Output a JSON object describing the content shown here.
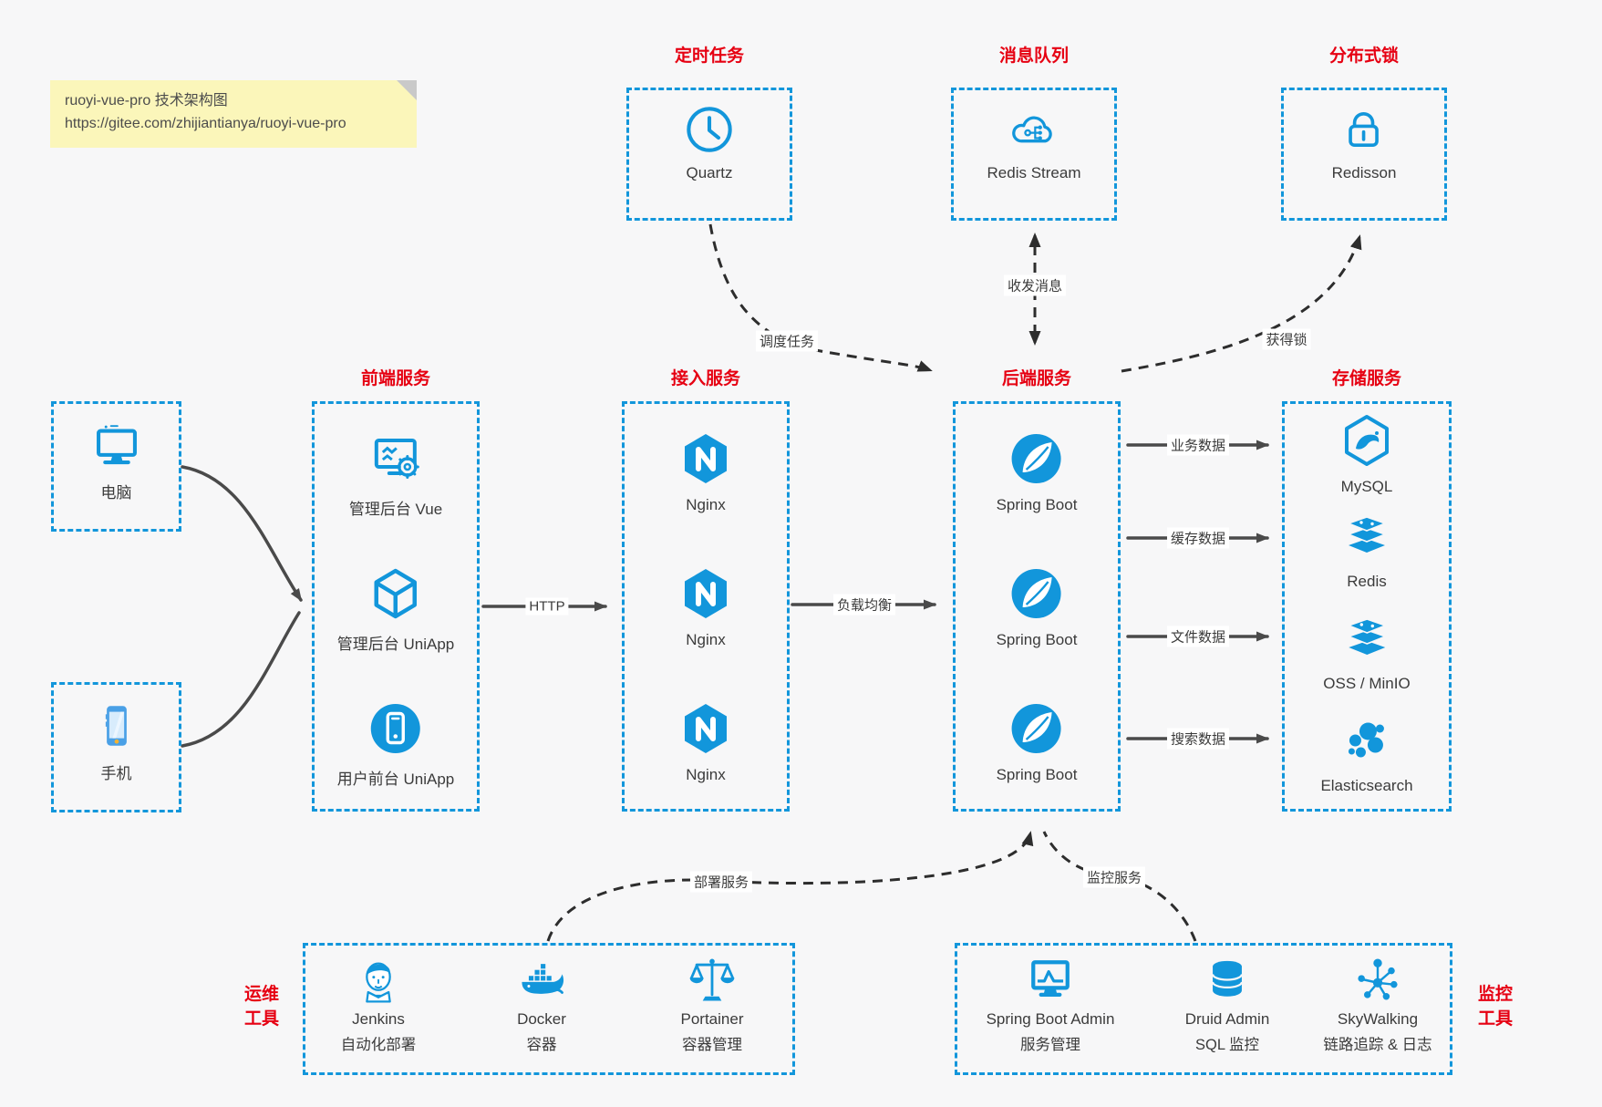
{
  "colors": {
    "accent_blue": "#1296db",
    "title_red": "#e60012",
    "arrow_dark": "#4a4a4a",
    "dashed_dark": "#2d2d2d",
    "note_bg": "#fbf6ba"
  },
  "note": {
    "line1": "ruoyi-vue-pro 技术架构图",
    "line2": "https://gitee.com/zhijiantianya/ruoyi-vue-pro"
  },
  "top_groups": [
    {
      "title": "定时任务",
      "item": {
        "label": "Quartz",
        "icon": "clock-icon"
      }
    },
    {
      "title": "消息队列",
      "item": {
        "label": "Redis Stream",
        "icon": "cloud-share-icon"
      }
    },
    {
      "title": "分布式锁",
      "item": {
        "label": "Redisson",
        "icon": "lock-icon"
      }
    }
  ],
  "clients": [
    {
      "label": "电脑",
      "icon": "desktop-icon"
    },
    {
      "label": "手机",
      "icon": "smartphone-icon"
    }
  ],
  "columns": [
    {
      "title": "前端服务",
      "items": [
        {
          "label": "管理后台 Vue",
          "icon": "admin-vue-icon"
        },
        {
          "label": "管理后台 UniApp",
          "icon": "uniapp-cube-icon"
        },
        {
          "label": "用户前台 UniApp",
          "icon": "user-app-icon"
        }
      ]
    },
    {
      "title": "接入服务",
      "items": [
        {
          "label": "Nginx",
          "icon": "nginx-icon"
        },
        {
          "label": "Nginx",
          "icon": "nginx-icon"
        },
        {
          "label": "Nginx",
          "icon": "nginx-icon"
        }
      ]
    },
    {
      "title": "后端服务",
      "items": [
        {
          "label": "Spring Boot",
          "icon": "spring-boot-icon"
        },
        {
          "label": "Spring Boot",
          "icon": "spring-boot-icon"
        },
        {
          "label": "Spring Boot",
          "icon": "spring-boot-icon"
        }
      ]
    },
    {
      "title": "存储服务",
      "items": [
        {
          "label": "MySQL",
          "icon": "mysql-icon"
        },
        {
          "label": "Redis",
          "icon": "redis-layers-icon"
        },
        {
          "label": "OSS / MinIO",
          "icon": "storage-layers-icon"
        },
        {
          "label": "Elasticsearch",
          "icon": "elasticsearch-icon"
        }
      ]
    }
  ],
  "edges": {
    "http": "HTTP",
    "load_balance": "负载均衡",
    "schedule": "调度任务",
    "message": "收发消息",
    "lock": "获得锁",
    "biz_data": "业务数据",
    "cache_data": "缓存数据",
    "file_data": "文件数据",
    "search_data": "搜索数据",
    "deploy": "部署服务",
    "monitor": "监控服务"
  },
  "ops_tools": {
    "title_lines": [
      "运维",
      "工具"
    ],
    "items": [
      {
        "name": "Jenkins",
        "desc": "自动化部署",
        "icon": "jenkins-icon"
      },
      {
        "name": "Docker",
        "desc": "容器",
        "icon": "docker-whale-icon"
      },
      {
        "name": "Portainer",
        "desc": "容器管理",
        "icon": "scales-icon"
      }
    ]
  },
  "monitor_tools": {
    "title_lines": [
      "监控",
      "工具"
    ],
    "items": [
      {
        "name": "Spring Boot Admin",
        "desc": "服务管理",
        "icon": "monitor-chart-icon"
      },
      {
        "name": "Druid Admin",
        "desc": "SQL 监控",
        "icon": "database-icon"
      },
      {
        "name": "SkyWalking",
        "desc": "链路追踪 & 日志",
        "icon": "topology-icon"
      }
    ]
  }
}
